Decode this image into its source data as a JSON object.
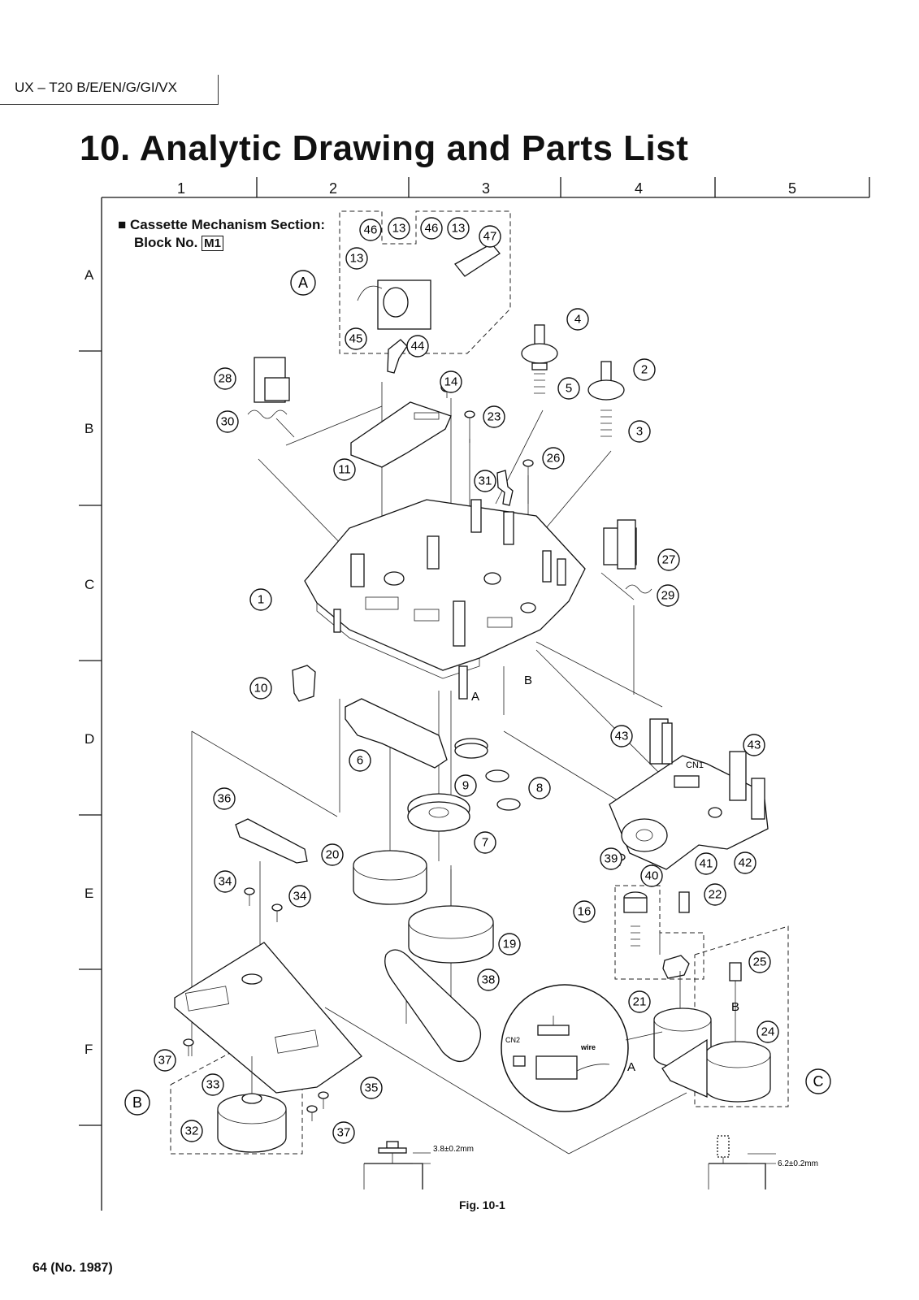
{
  "header": {
    "model": "UX – T20 B/E/EN/G/GI/VX",
    "title": "10. Analytic Drawing and Parts List"
  },
  "grid": {
    "columns": [
      "1",
      "2",
      "3",
      "4",
      "5"
    ],
    "rows": [
      "A",
      "B",
      "C",
      "D",
      "E",
      "F"
    ]
  },
  "section": {
    "label": "Cassette Mechanism Section:",
    "block_prefix": "Block No.",
    "block_code": "M1"
  },
  "group_labels": {
    "a": "A",
    "b": "B",
    "c": "C"
  },
  "point_labels": {
    "a": "A",
    "b": "B"
  },
  "callouts": [
    "1",
    "2",
    "3",
    "4",
    "5",
    "6",
    "7",
    "8",
    "9",
    "10",
    "11",
    "13",
    "13",
    "13",
    "14",
    "16",
    "19",
    "20",
    "21",
    "22",
    "23",
    "24",
    "25",
    "26",
    "27",
    "28",
    "29",
    "30",
    "31",
    "32",
    "33",
    "34",
    "34",
    "35",
    "36",
    "37",
    "37",
    "38",
    "39",
    "40",
    "41",
    "42",
    "43",
    "43",
    "44",
    "45",
    "46",
    "46",
    "47"
  ],
  "inset": {
    "cn2": "CN2",
    "wire": "wire",
    "part": "21"
  },
  "connector": "CN1",
  "dims": {
    "left": "3.8±0.2mm",
    "right": "6.2±0.2mm"
  },
  "figure": "Fig. 10-1",
  "footer": {
    "page": "64 (No. 1987)"
  }
}
